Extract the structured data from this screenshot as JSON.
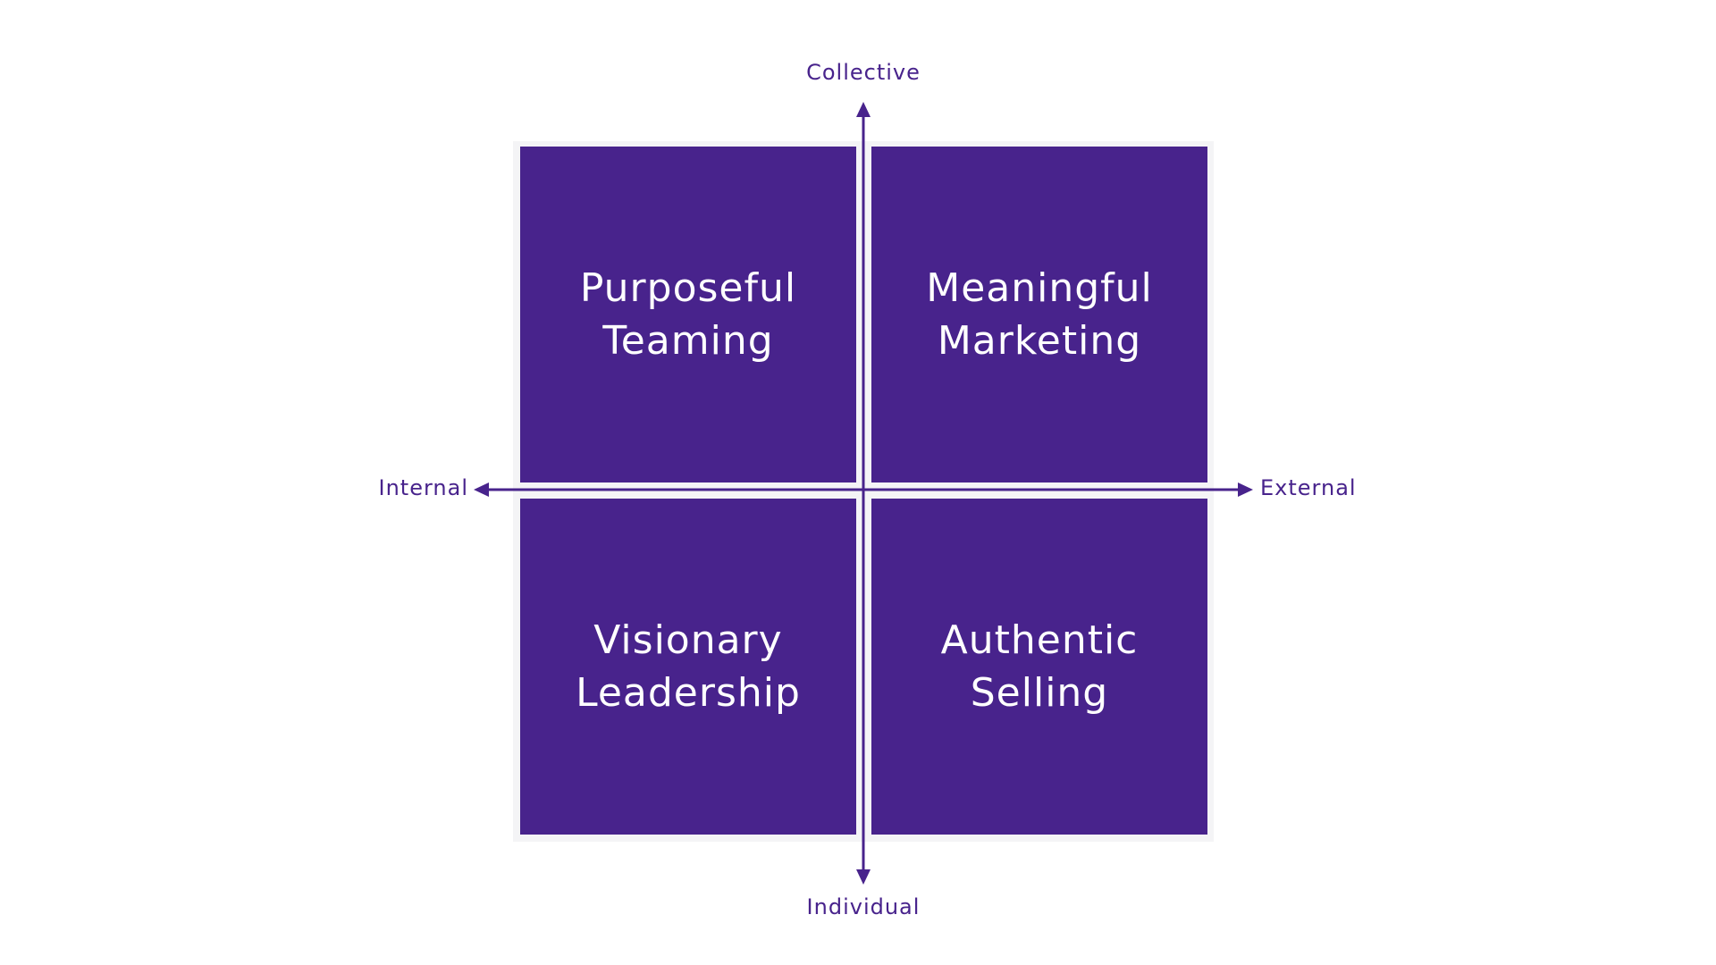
{
  "colors": {
    "quadrant_fill": "#48238c",
    "axis": "#48238c",
    "axis_label": "#48238c",
    "quadrant_text": "#ffffff",
    "frame": "#f4f4f6",
    "background": "#ffffff"
  },
  "axes": {
    "top_label": "Collective",
    "bottom_label": "Individual",
    "left_label": "Internal",
    "right_label": "External"
  },
  "quadrants": [
    {
      "label": "Purposeful\nTeaming"
    },
    {
      "label": "Meaningful\nMarketing"
    },
    {
      "label": "Visionary\nLeadership"
    },
    {
      "label": "Authentic\nSelling"
    }
  ]
}
